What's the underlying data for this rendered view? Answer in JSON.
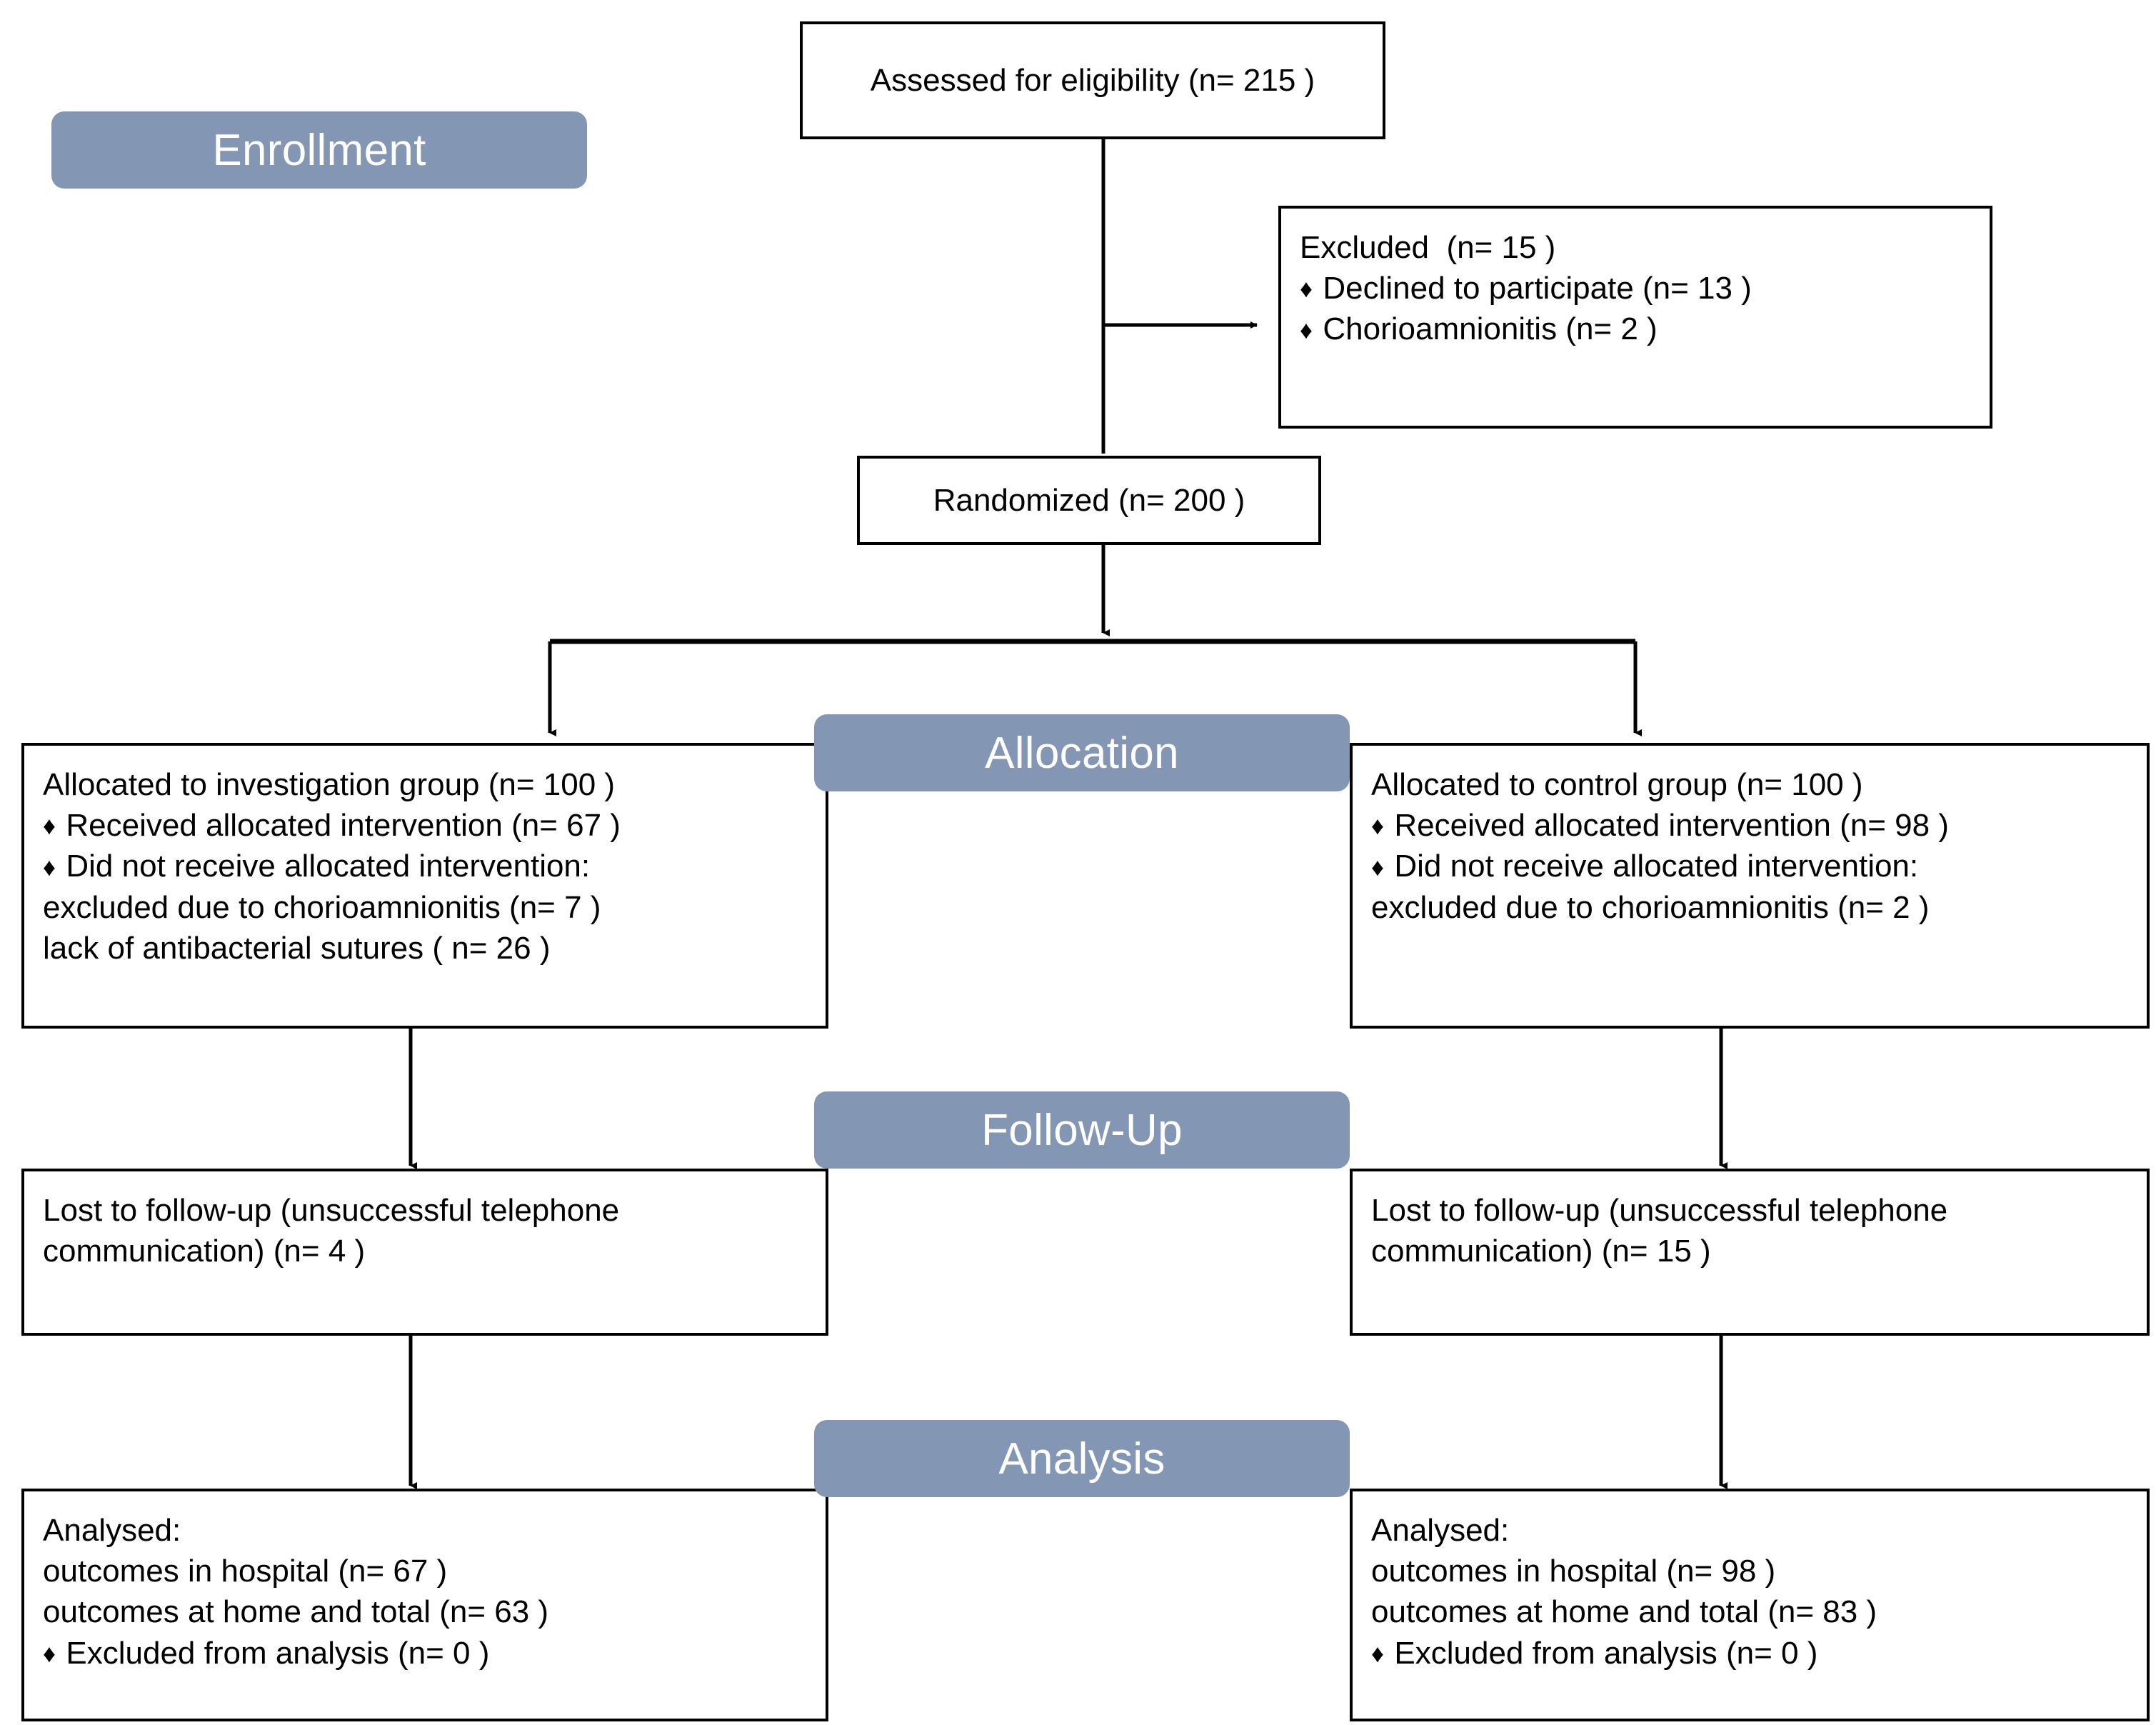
{
  "diagram": {
    "title": "CONSORT participant flow diagram",
    "colors": {
      "badge_background": "#8397b5",
      "badge_text": "#ffffff",
      "box_border": "#000000",
      "box_background": "#ffffff",
      "connector": "#000000"
    },
    "stage_badges": [
      {
        "id": "enrollment",
        "label": "Enrollment"
      },
      {
        "id": "allocation",
        "label": "Allocation"
      },
      {
        "id": "followup",
        "label": "Follow-Up"
      },
      {
        "id": "analysis",
        "label": "Analysis"
      }
    ],
    "boxes": {
      "assessed": {
        "lines": [
          {
            "text": "Assessed for eligibility (n= 215 )",
            "bullet": false
          }
        ]
      },
      "excluded": {
        "lines": [
          {
            "text": "Excluded  (n= 15 )",
            "bullet": false
          },
          {
            "text": "Declined to participate (n= 13 )",
            "bullet": true
          },
          {
            "text": "Chorioamnionitis (n= 2 )",
            "bullet": true
          }
        ]
      },
      "randomized": {
        "lines": [
          {
            "text": "Randomized (n= 200 )",
            "bullet": false
          }
        ]
      },
      "alloc_left": {
        "lines": [
          {
            "text": "Allocated to investigation group (n= 100 )",
            "bullet": false
          },
          {
            "text": "Received allocated intervention (n= 67 )",
            "bullet": true
          },
          {
            "text": "Did not receive allocated intervention:",
            "bullet": true
          },
          {
            "text": "excluded due to chorioamnionitis (n= 7 )",
            "bullet": false
          },
          {
            "text": "lack of antibacterial sutures ( n= 26 )",
            "bullet": false
          }
        ]
      },
      "alloc_right": {
        "lines": [
          {
            "text": "Allocated to control group (n= 100 )",
            "bullet": false
          },
          {
            "text": "Received allocated intervention (n= 98 )",
            "bullet": true
          },
          {
            "text": "Did not receive allocated intervention:",
            "bullet": true
          },
          {
            "text": "excluded due to chorioamnionitis (n= 2 )",
            "bullet": false
          }
        ]
      },
      "followup_left": {
        "lines": [
          {
            "text": "Lost to follow-up (unsuccessful telephone",
            "bullet": false
          },
          {
            "text": "communication) (n= 4 )",
            "bullet": false
          }
        ]
      },
      "followup_right": {
        "lines": [
          {
            "text": "Lost to follow-up (unsuccessful telephone",
            "bullet": false
          },
          {
            "text": "communication) (n= 15 )",
            "bullet": false
          }
        ]
      },
      "analysis_left": {
        "lines": [
          {
            "text": "Analysed:",
            "bullet": false
          },
          {
            "text": "outcomes in hospital (n= 67 )",
            "bullet": false
          },
          {
            "text": "outcomes at home and total (n= 63 )",
            "bullet": false
          },
          {
            "text": "Excluded from analysis (n= 0 )",
            "bullet": true
          }
        ]
      },
      "analysis_right": {
        "lines": [
          {
            "text": "Analysed:",
            "bullet": false
          },
          {
            "text": "outcomes in hospital (n= 98 )",
            "bullet": false
          },
          {
            "text": "outcomes at home and total (n= 83 )",
            "bullet": false
          },
          {
            "text": "Excluded from analysis (n= 0 )",
            "bullet": true
          }
        ]
      }
    }
  }
}
